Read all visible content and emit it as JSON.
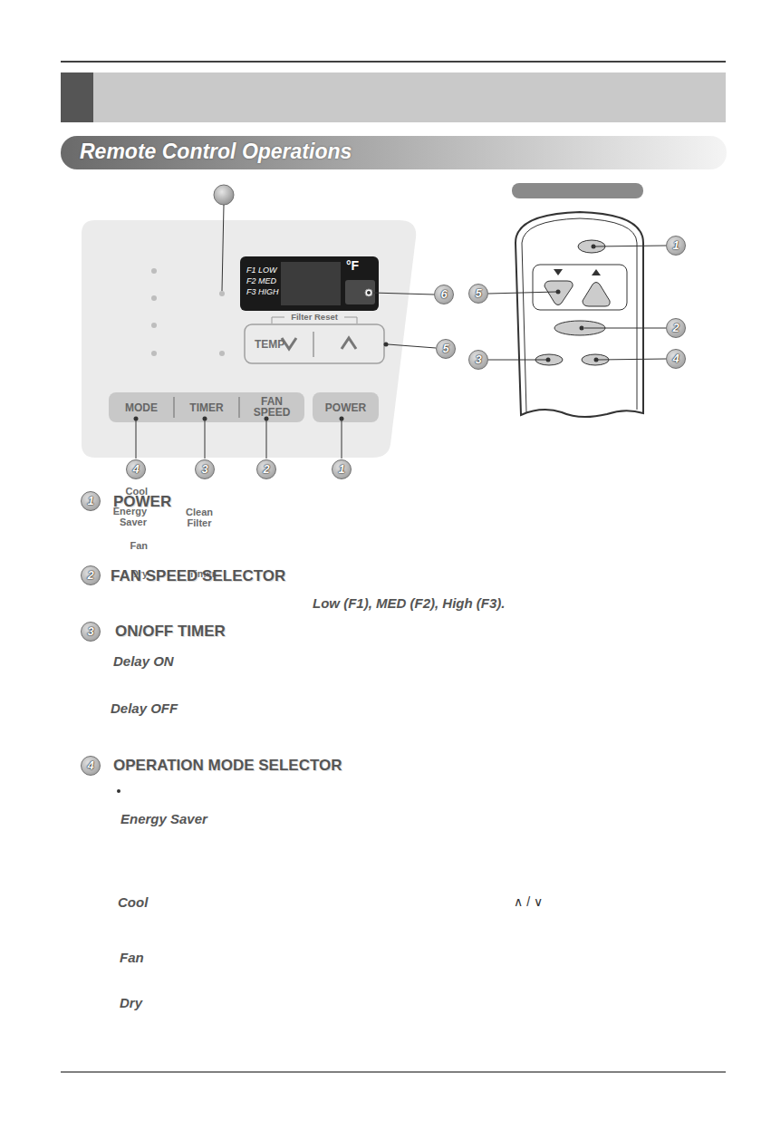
{
  "diagram": {
    "title": "Remote Control Operations",
    "nodes": [
      {
        "text": [
          "Cool",
          "Energy Saver",
          "Fan",
          "Dry",
          "Clean Filter",
          "Timer"
        ]
      },
      {
        "text": [
          "F1 LOW",
          "F2 MED",
          "F3 HIGH",
          "°F"
        ],
        "in": 0
      },
      {
        "text": [
          "Filter Reset",
          "TEMP"
        ],
        "in": 0
      },
      {
        "text": [
          "MODE"
        ],
        "in": 0
      },
      {
        "text": [
          "TIMER"
        ],
        "in": 0
      },
      {
        "text": [
          "FAN SPEED"
        ],
        "in": 0
      },
      {
        "text": [
          "POWER"
        ],
        "in": 0
      }
    ],
    "labels": [
      "1",
      "5",
      "6",
      "5",
      "2",
      "3",
      "4",
      "4",
      "3",
      "2",
      "1",
      "1",
      "POWER",
      "2",
      "FAN SPEED SELECTOR",
      "Low (F1), MED (F2), High (F3).",
      "3",
      "ON/OFF TIMER",
      "Delay ON",
      "Delay OFF",
      "4",
      "OPERATION MODE SELECTOR",
      "Energy Saver",
      "Cool",
      "∧ / ∨",
      "Fan",
      "Dry"
    ]
  }
}
